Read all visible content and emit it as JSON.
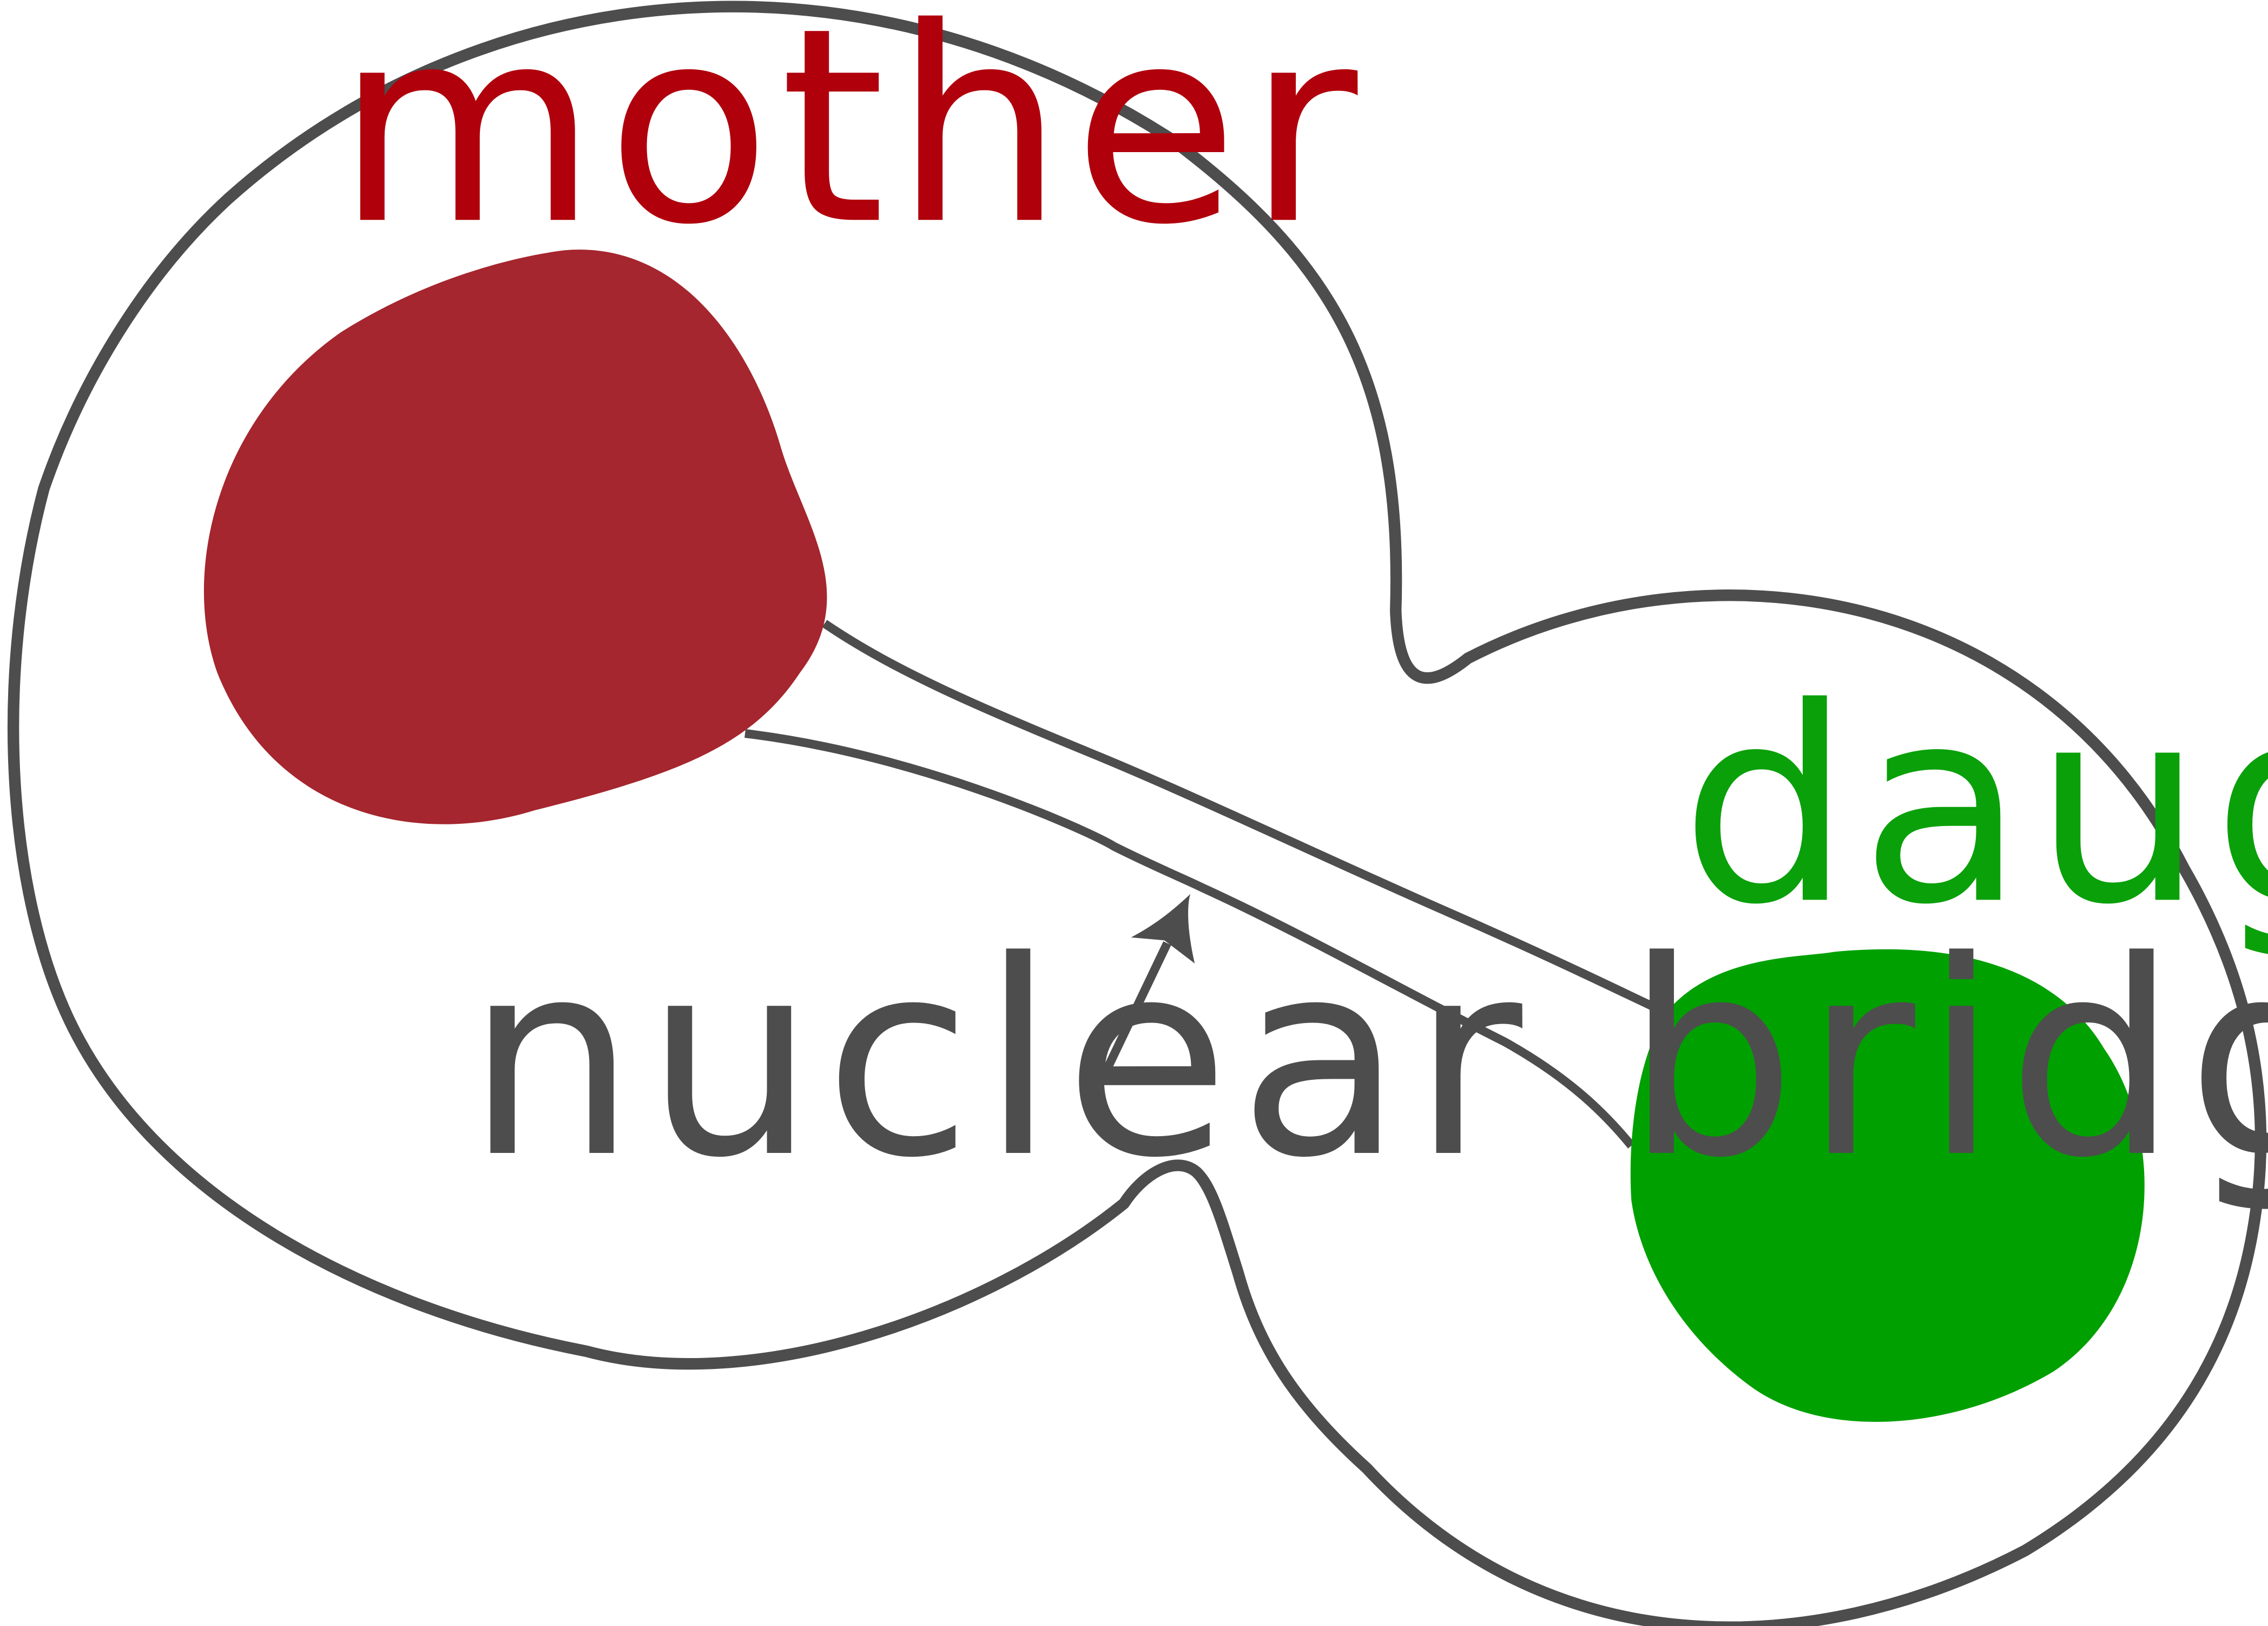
{
  "labels": {
    "mother": "mother",
    "daughter": "daughter",
    "bridge": "nuclear bridge"
  },
  "colors": {
    "outline": "#4d4d4d",
    "mother_nucleus": "#a5262e",
    "daughter_nucleus": "#00a000",
    "mother_label": "#b0000c",
    "daughter_label": "#0aa00a",
    "bridge_label": "#4d4d4d",
    "background": "#ffffff"
  }
}
